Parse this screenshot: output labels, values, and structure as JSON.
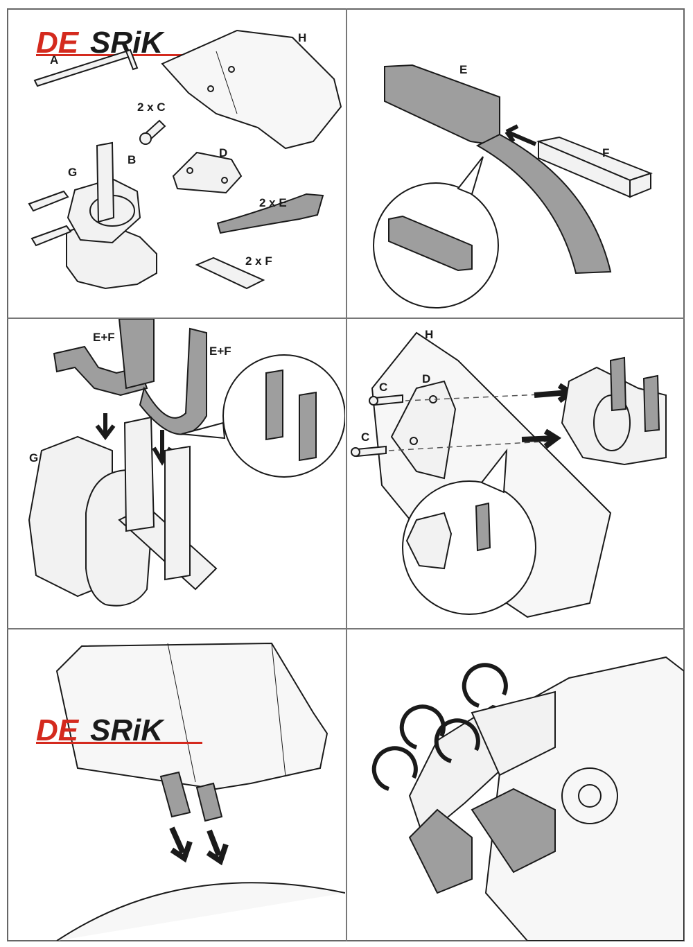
{
  "brand": {
    "logo_red": "DE",
    "logo_black": "SRiK",
    "red_color": "#d42a1e",
    "black_color": "#1a1a1a"
  },
  "colors": {
    "line": "#1a1a1a",
    "part_fill": "#f2f2f2",
    "bracket_fill": "#9e9e9e",
    "frame": "#777777"
  },
  "panel1": {
    "labels": {
      "a": "A",
      "h": "H",
      "c": "2 x C",
      "b": "B",
      "g": "G",
      "d": "D",
      "e": "2 x E",
      "f": "2 x F"
    }
  },
  "panel2": {
    "labels": {
      "e": "E",
      "f": "F"
    }
  },
  "panel3": {
    "labels": {
      "ef_left": "E+F",
      "ef_right": "E+F",
      "g": "G"
    }
  },
  "panel4": {
    "labels": {
      "h": "H",
      "c_top": "C",
      "d": "D",
      "c_bottom": "C"
    }
  }
}
